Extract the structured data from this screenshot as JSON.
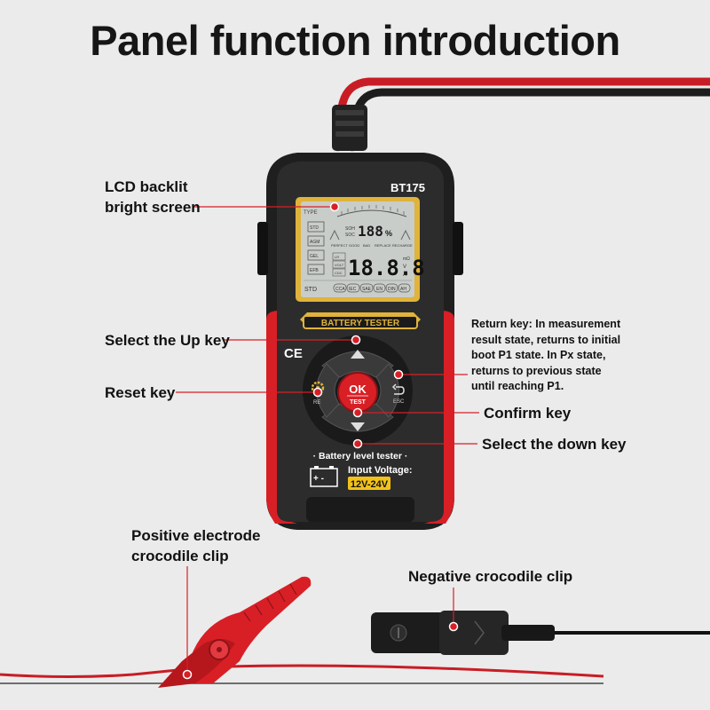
{
  "title": "Panel function introduction",
  "device": {
    "model": "BT175",
    "ce_mark": "CE",
    "banner": "BATTERY TESTER",
    "ok_label": "OK",
    "test_label": "TEST",
    "esc_label": "ESC",
    "reset_small": "RE",
    "subtitle": "· Battery level tester ·",
    "input_voltage_label": "Input Voltage:",
    "voltage_range": "12V-24V"
  },
  "lcd": {
    "type_label": "TYPE",
    "left_tags": [
      "STD",
      "AGM",
      "GEL",
      "EFB"
    ],
    "soh_label": "SOH",
    "soc_label": "SOC",
    "percent_value": "188",
    "percent_unit": "%",
    "status_labels": [
      "PERFECT",
      "GOOD",
      "BAD",
      "REPLACE",
      "RECHARGE"
    ],
    "mode_tags": [
      "LR",
      "VOLT",
      "CDC"
    ],
    "main_value": "18.8.8",
    "unit_labels": [
      "mΩ",
      "V",
      "A"
    ],
    "std_label": "STD",
    "standards": [
      "CCA",
      "IEC",
      "SAE",
      "EN",
      "DIN",
      "AH"
    ]
  },
  "callouts": {
    "lcd": [
      "LCD backlit",
      "bright screen"
    ],
    "up_key": "Select the Up key",
    "reset_key": "Reset key",
    "return_key": [
      "Return key: In measurement",
      "result state, returns to initial",
      "boot P1 state. In Px state,",
      "returns to previous state",
      "until reaching P1."
    ],
    "confirm_key": "Confirm key",
    "down_key": "Select the down key",
    "positive_clip": [
      "Positive electrode",
      "crocodile clip"
    ],
    "negative_clip": "Negative crocodile clip"
  },
  "colors": {
    "accent_red": "#d81f26",
    "device_body": "#2a2a2a",
    "lcd_frame": "#e0b33a",
    "lcd_screen": "#c9cdc9",
    "voltage_badge": "#f2c21a"
  }
}
